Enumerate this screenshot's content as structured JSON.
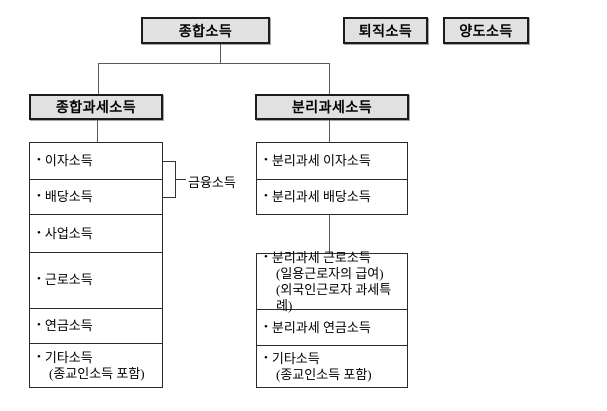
{
  "bullet": "•",
  "colors": {
    "header_fill": "#e1e1e1",
    "header_border": "#1c1c1c",
    "list_border": "#2a2a2a",
    "connector_line": "#5a5a5a",
    "text": "#000000",
    "background": "#ffffff"
  },
  "top_boxes": {
    "comprehensive": "종합소득",
    "retirement": "퇴직소득",
    "transfer": "양도소득"
  },
  "group_headers": {
    "comprehensive_taxation": "종합과세소득",
    "separate_taxation": "분리과세소득"
  },
  "bracket_label": "금융소득",
  "left_list": {
    "items": [
      {
        "label": "이자소득"
      },
      {
        "label": "배당소득"
      },
      {
        "label": "사업소득"
      },
      {
        "label": "근로소득"
      },
      {
        "label": "연금소득"
      },
      {
        "label": "기타소득",
        "sub": [
          "(종교인소득 포함)"
        ]
      }
    ]
  },
  "right_list_top": {
    "items": [
      {
        "label": "분리과세 이자소득"
      },
      {
        "label": "분리과세 배당소득"
      }
    ]
  },
  "right_list_bottom": {
    "items": [
      {
        "label": "분리과세 근로소득",
        "sub": [
          "(일용근로자의 급여)",
          "(외국인근로자 과세특례)"
        ]
      },
      {
        "label": "분리과세 연금소득"
      },
      {
        "label": "기타소득",
        "sub": [
          "(종교인소득 포함)"
        ]
      }
    ]
  }
}
